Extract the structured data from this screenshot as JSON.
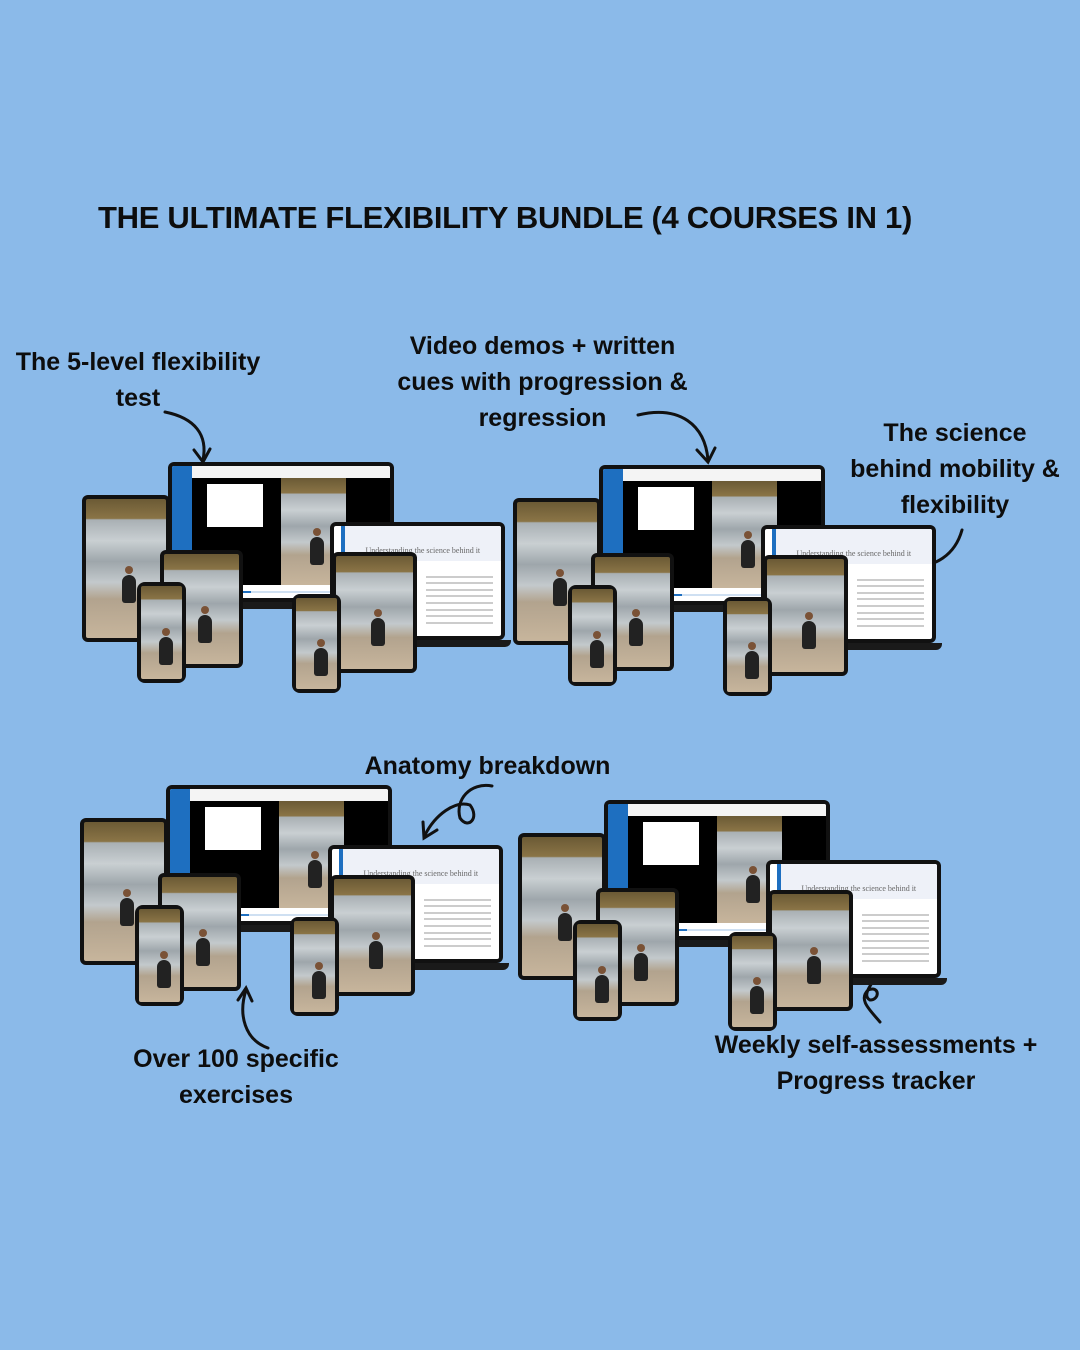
{
  "title": "THE ULTIMATE FLEXIBILITY BUNDLE (4 COURSES IN 1)",
  "labels": {
    "flex_test": "The 5-level flexibility test",
    "video_demos": "Video demos + written cues with progression & regression",
    "science": "The science behind mobility & flexibility",
    "anatomy": "Anatomy breakdown",
    "exercises": "Over 100 specific exercises",
    "weekly": "Weekly self-assessments + Progress tracker"
  },
  "mockup": {
    "doc_heading": "Understanding the science behind it"
  },
  "colors": {
    "background": "#8bbae9",
    "accent": "#1e6fc0"
  }
}
